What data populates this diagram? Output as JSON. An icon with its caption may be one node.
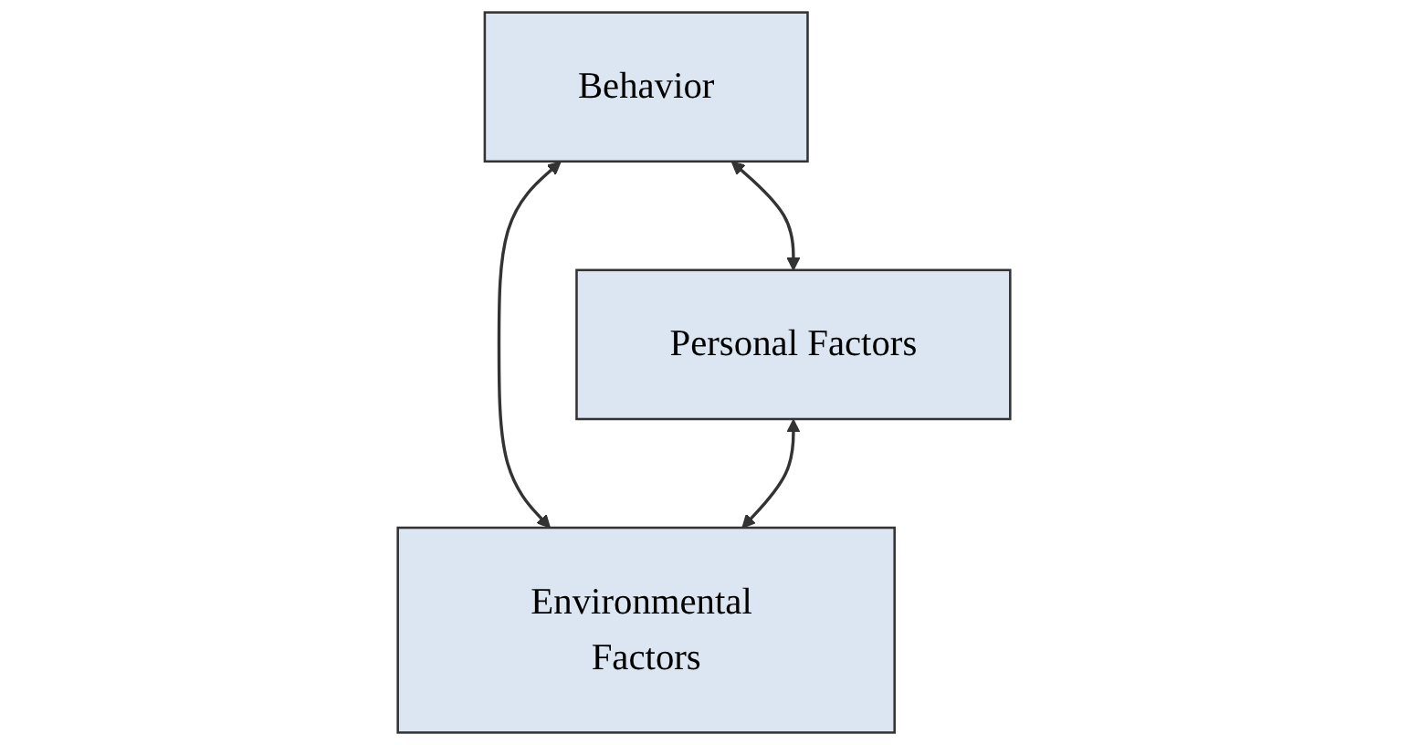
{
  "diagram": {
    "nodes": [
      {
        "text": [
          "Behavior"
        ]
      },
      {
        "text": [
          "Personal Factors"
        ]
      },
      {
        "text": [
          "Environmental Factors"
        ]
      }
    ],
    "edges": [
      {
        "from": 0,
        "to": 1,
        "arrow": "both"
      },
      {
        "from": 0,
        "to": 2,
        "arrow": "both"
      },
      {
        "from": 1,
        "to": 2,
        "arrow": "both"
      }
    ]
  }
}
